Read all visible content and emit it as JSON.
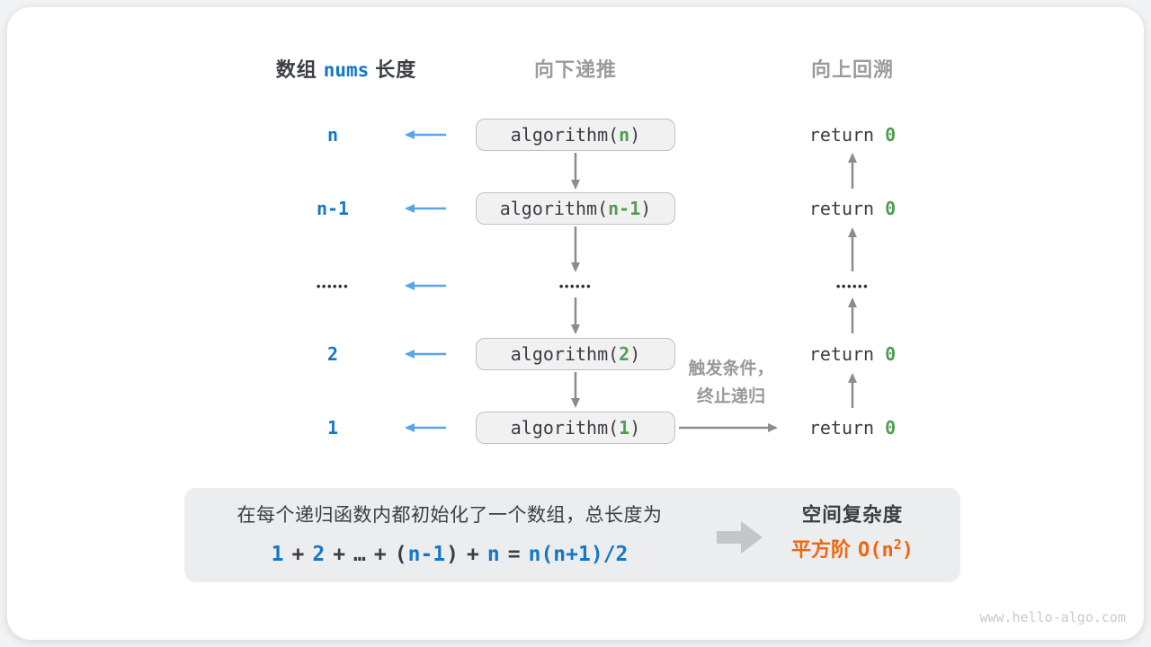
{
  "headers": {
    "length_prefix": "数组",
    "length_code": "nums",
    "length_suffix": "长度",
    "recurse": "向下递推",
    "backtrack": "向上回溯"
  },
  "box": {
    "call_prefix": "algorithm(",
    "call_suffix": ")"
  },
  "rows": [
    {
      "length": "n",
      "call_arg": "n",
      "ret_label": "return",
      "ret_value": "0"
    },
    {
      "length": "n-1",
      "call_arg": "n-1",
      "ret_label": "return",
      "ret_value": "0"
    },
    {
      "length": "••••••",
      "call_ellipsis": "••••••",
      "ret_ellipsis": "••••••"
    },
    {
      "length": "2",
      "call_arg": "2",
      "ret_label": "return",
      "ret_value": "0"
    },
    {
      "length": "1",
      "call_arg": "1",
      "ret_label": "return",
      "ret_value": "0"
    }
  ],
  "annotation": {
    "line1": "触发条件，",
    "line2": "终止递归"
  },
  "summary": {
    "line1": "在每个递归函数内都初始化了一个数组，总长度为",
    "formula": [
      {
        "t": "1"
      },
      {
        "t": "+"
      },
      {
        "t": "2"
      },
      {
        "t": "+"
      },
      {
        "t": "…"
      },
      {
        "t": "+"
      },
      {
        "t": "("
      },
      {
        "t": "n-1"
      },
      {
        "t": ")"
      },
      {
        "t": "+"
      },
      {
        "t": "n"
      },
      {
        "t": "="
      },
      {
        "t": "n(n+1)/2"
      }
    ],
    "result_title": "空间复杂度",
    "result_prefix": "平方阶",
    "result_o_open": "O(n",
    "result_sup": "2",
    "result_o_close": ")"
  },
  "watermark": "www.hello-algo.com",
  "colors": {
    "blue_text": "#1378c9",
    "light_blue_arrow": "#58a6e8",
    "green_value": "#519d55",
    "orange_result": "#f0660e",
    "gray_heading": "#9a9b9d",
    "gray_arrow": "#8b8c8e",
    "box_fill": "#f1f1f2",
    "box_border": "#bfc0c2",
    "panel_fill": "#ecedee",
    "card_bg": "#ffffff"
  }
}
